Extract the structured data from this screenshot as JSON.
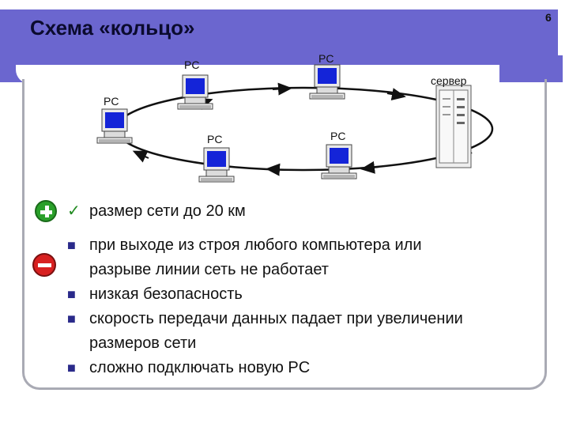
{
  "slide": {
    "title": "Схема «кольцо»",
    "page_number": "6"
  },
  "diagram": {
    "nodes": [
      {
        "label": "PC"
      },
      {
        "label": "PC"
      },
      {
        "label": "PC"
      },
      {
        "label": "PC"
      },
      {
        "label": "PC"
      },
      {
        "label": "сервер"
      }
    ],
    "icons": {
      "pro": "plus-icon",
      "con": "minus-icon"
    },
    "colors": {
      "title_bar": "#6b66cf",
      "screen": "#1424d8",
      "plus": "#2aa02a",
      "minus": "#d82020"
    }
  },
  "pros": [
    "размер сети до 20 км"
  ],
  "cons": [
    "при выходе из строя любого компьютера или",
    "разрыве линии сеть не работает",
    "низкая безопасность",
    "скорость передачи данных падает при увеличении",
    "размеров сети",
    "сложно подключать новую PC"
  ]
}
